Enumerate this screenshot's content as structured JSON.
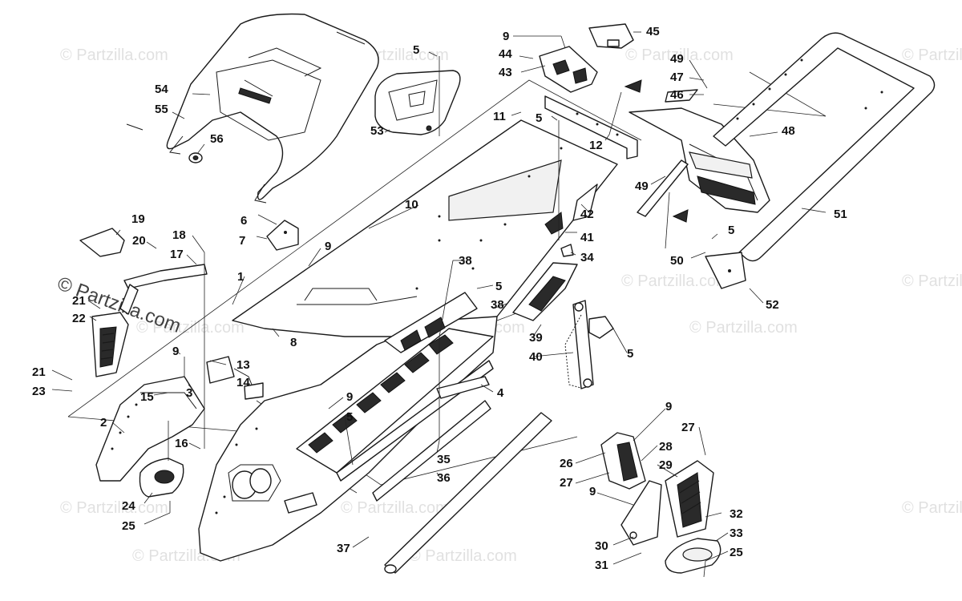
{
  "diagram": {
    "watermark_text": "© Partzilla.com",
    "callouts": [
      "1",
      "2",
      "3",
      "4",
      "5",
      "6",
      "7",
      "8",
      "9",
      "10",
      "11",
      "12",
      "13",
      "14",
      "15",
      "16",
      "17",
      "18",
      "19",
      "20",
      "21",
      "22",
      "23",
      "24",
      "25",
      "26",
      "27",
      "28",
      "29",
      "30",
      "31",
      "32",
      "33",
      "34",
      "35",
      "36",
      "37",
      "38",
      "39",
      "40",
      "41",
      "42",
      "43",
      "44",
      "45",
      "46",
      "47",
      "48",
      "49",
      "50",
      "51",
      "52",
      "53",
      "54",
      "55",
      "56"
    ]
  }
}
